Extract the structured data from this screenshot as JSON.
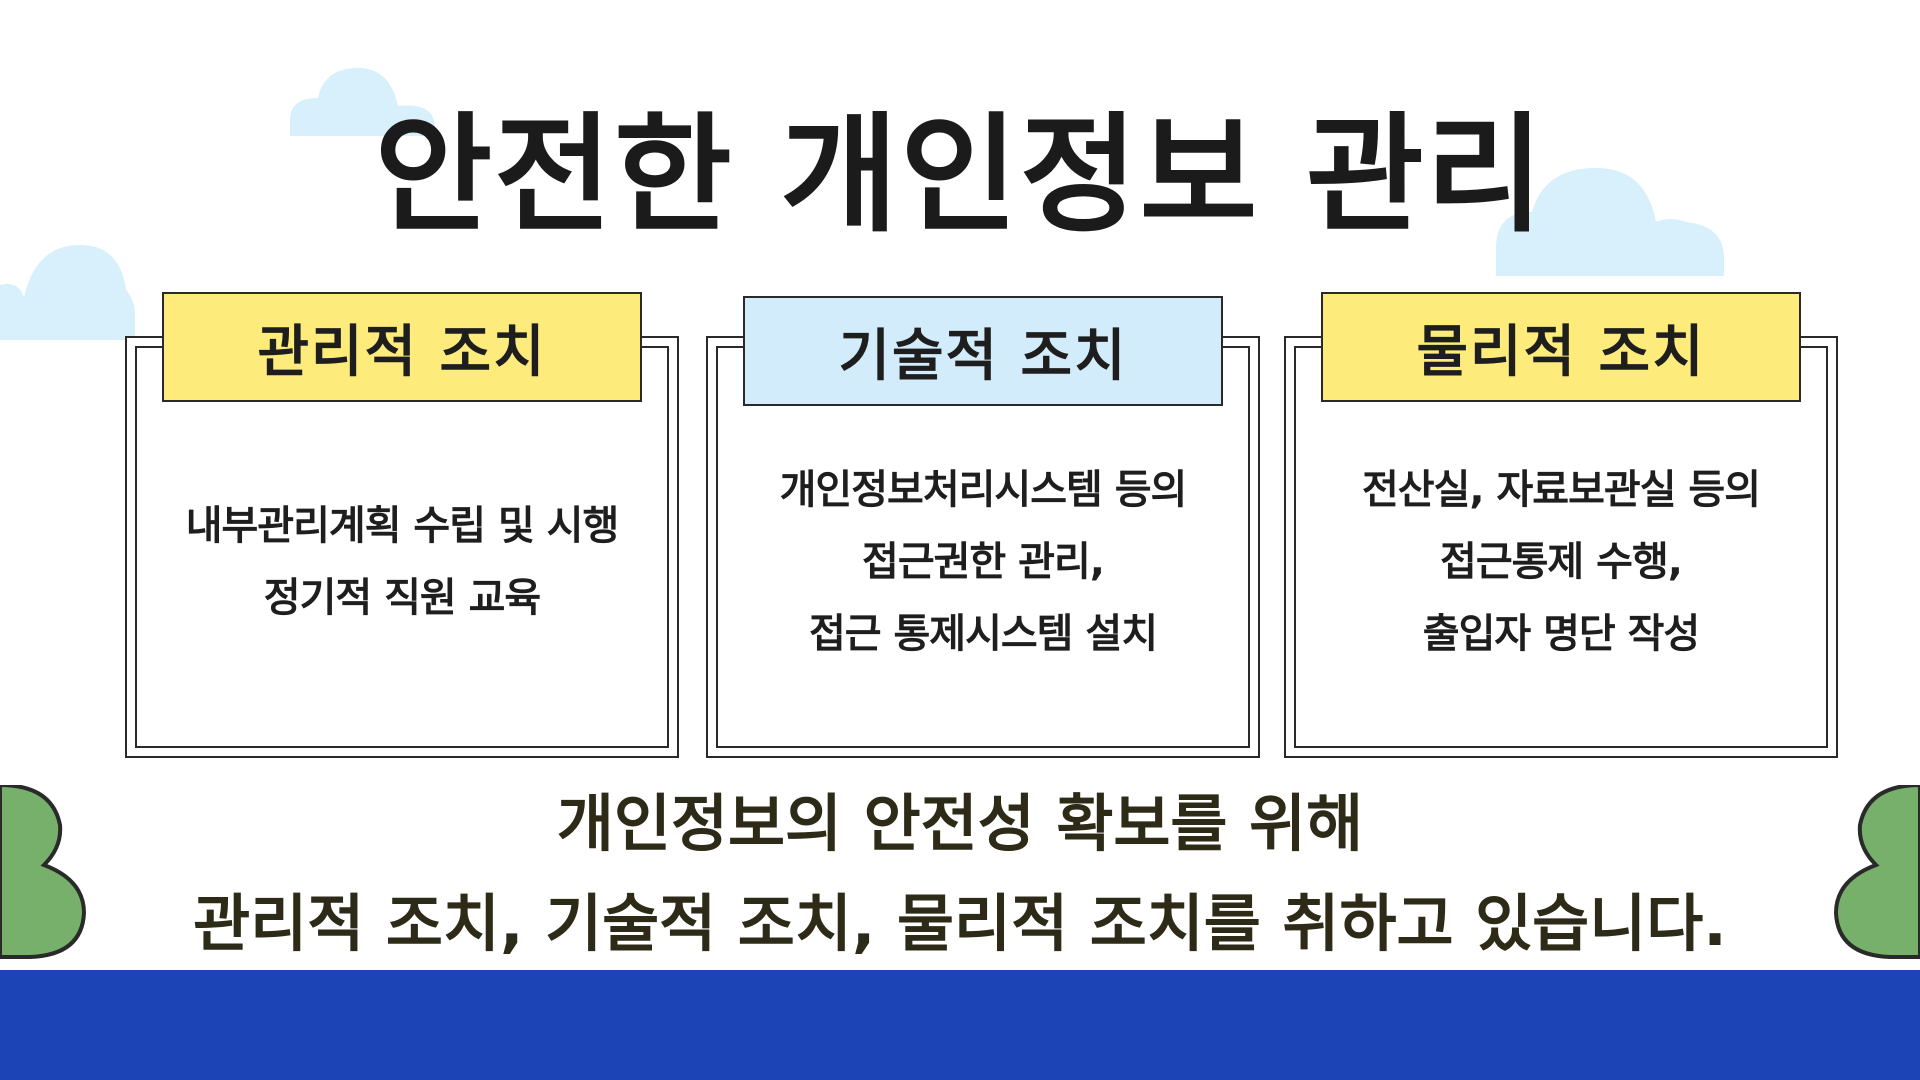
{
  "title": "안전한 개인정보 관리",
  "cards": [
    {
      "header": "관리적 조치",
      "header_color": "#fdeb7b",
      "lines": [
        "내부관리계획 수립 및 시행",
        "정기적 직원 교육"
      ]
    },
    {
      "header": "기술적 조치",
      "header_color": "#d3ecfb",
      "lines": [
        "개인정보처리시스템 등의",
        "접근권한 관리,",
        "접근 통제시스템 설치"
      ]
    },
    {
      "header": "물리적 조치",
      "header_color": "#fdeb7b",
      "lines": [
        "전산실, 자료보관실 등의",
        "접근통제 수행,",
        "출입자 명단 작성"
      ]
    }
  ],
  "summary": {
    "line1": "개인정보의 안전성 확보를 위해",
    "line2": "관리적 조치, 기술적 조치, 물리적 조치를 취하고 있습니다."
  },
  "colors": {
    "cloud": "#d8effc",
    "tree_fill": "#77b06a",
    "tree_outline": "#2a2a2a",
    "ground": "#1c44b6"
  }
}
